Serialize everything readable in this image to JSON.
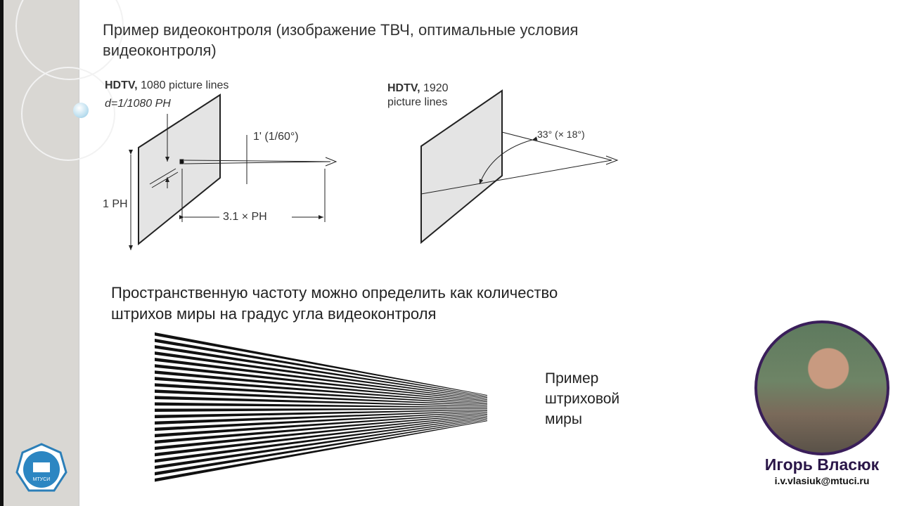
{
  "slide": {
    "title": "Пример видеоконтроля (изображение ТВЧ, оптимальные условия видеоконтроля)",
    "subtitle": "Пространственную частоту можно определить как количество штрихов миры на градус угла видеоконтроля",
    "chart_caption": "Пример штриховой миры"
  },
  "diagram_left": {
    "heading_bold": "HDTV,",
    "heading_rest": " 1080 picture lines",
    "d_label": "d=1/1080 PH",
    "angle_label": "1' (1/60°)",
    "height_label": "1 PH",
    "distance_label": "3.1 × PH"
  },
  "diagram_right": {
    "heading_bold": "HDTV,",
    "heading_rest": " 1920",
    "heading_line2": "picture lines",
    "angle_label": "33° (× 18°)"
  },
  "logo": {
    "text": "МТУСИ"
  },
  "presenter": {
    "name": "Игорь Власюк",
    "email": "i.v.vlasiuk@mtuci.ru",
    "border_color": "#3a1e5a"
  },
  "colors": {
    "sidebar": "#d9d7d3",
    "accent_dot": "#8cc4e0"
  }
}
